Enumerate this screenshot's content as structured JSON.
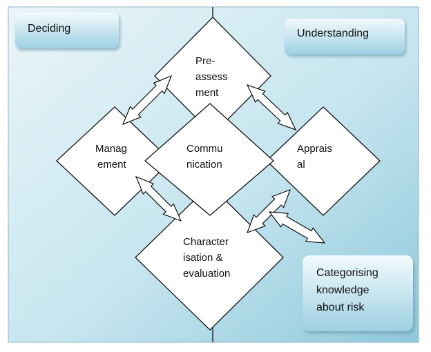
{
  "corner_boxes": {
    "deciding": {
      "lines": [
        "Deciding"
      ]
    },
    "understanding": {
      "lines": [
        "Understanding"
      ]
    },
    "categorising": {
      "lines": [
        "Categorising",
        "knowledge",
        "about risk"
      ]
    }
  },
  "nodes": {
    "pre_assessment": {
      "lines": [
        "Pre-",
        "assess",
        "ment"
      ]
    },
    "management": {
      "lines": [
        "Manag",
        "ement"
      ]
    },
    "communication": {
      "lines": [
        "Commu",
        "nication"
      ]
    },
    "appraisal": {
      "lines": [
        "Apprais",
        "al"
      ]
    },
    "characterisation": {
      "lines": [
        "Character",
        "isation &",
        "evaluation"
      ]
    }
  },
  "colors": {
    "background_light": "#eaf5f9",
    "background_dark": "#8fc8dc",
    "box_light": "#f2fafd",
    "box_dark": "#9ed0e2",
    "diamond_fill": "#ffffff",
    "stroke": "#111111"
  }
}
